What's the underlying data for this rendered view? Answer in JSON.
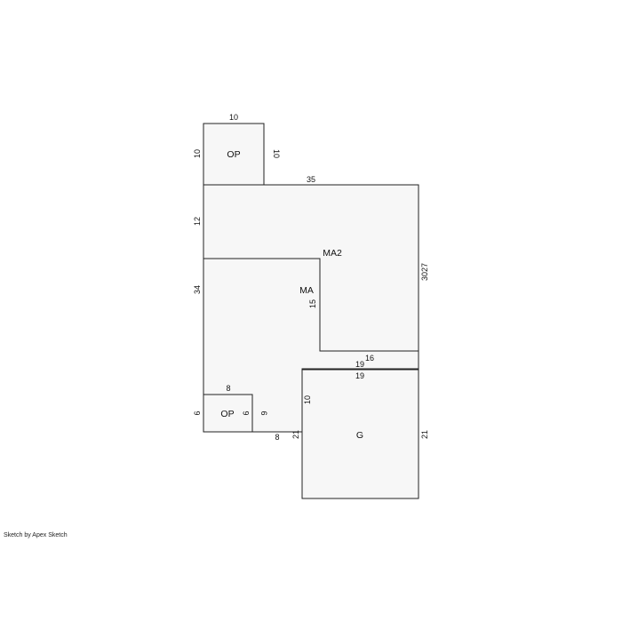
{
  "rooms": {
    "op_top": "OP",
    "ma2": "MA2",
    "ma": "MA",
    "op_bottom": "OP",
    "garage": "G"
  },
  "dimensions": {
    "op_top_width": "10",
    "op_top_left": "10",
    "op_top_right": "10",
    "ma2_top": "35",
    "ma2_left": "12",
    "right_side": "3027",
    "ma2_inner": "15",
    "ma2_bottom": "16",
    "ma_left": "34",
    "op_bottom_top": "8",
    "op_bottom_left": "6",
    "op_bottom_right": "6",
    "op_bottom_bottom": "8",
    "g_top_outer": "19",
    "g_top_inner": "19",
    "g_left_upper": "10",
    "g_left_lower": "21",
    "g_right": "21"
  },
  "footer": "Sketch by Apex Sketch"
}
